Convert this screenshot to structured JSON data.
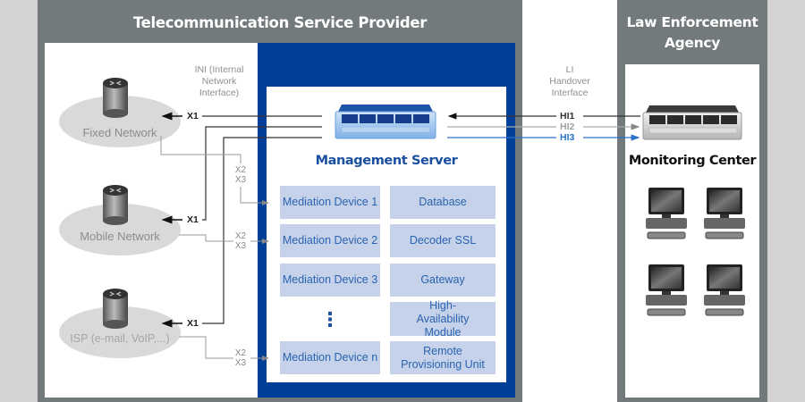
{
  "tsp": {
    "title": "Telecommunication Service Provider",
    "ini_label_lines": [
      "INI (Internal",
      "Network",
      "Interface)"
    ],
    "networks": [
      {
        "label": "Fixed Network",
        "icon": "router-icon"
      },
      {
        "label": "Mobile Network",
        "icon": "router-icon"
      },
      {
        "label": "ISP (e-mail, VoIP,...)",
        "icon": "router-icon"
      }
    ],
    "x1_label": "X1",
    "x2_label": "X2",
    "x3_label": "X3"
  },
  "management_server": {
    "title": "Management Server",
    "icon": "server-rack-icon",
    "mediation_devices": [
      "Mediation Device 1",
      "Mediation Device 2",
      "Mediation Device 3",
      "Mediation Device n"
    ],
    "ellipsis": "⋮",
    "modules": [
      "Database",
      "Decoder SSL",
      "Gateway",
      "High-Availability Module",
      "Remote Provisioning Unit"
    ]
  },
  "handover": {
    "label_lines": [
      "LI",
      "Handover",
      "Interface"
    ],
    "interfaces": [
      {
        "label": "HI1",
        "color": "#333333"
      },
      {
        "label": "HI2",
        "color": "#a0a0a0"
      },
      {
        "label": "HI3",
        "color": "#2a6fc9"
      }
    ]
  },
  "lea": {
    "title_lines": [
      "Law Enforcement",
      "Agency"
    ],
    "monitoring_center": {
      "title": "Monitoring Center",
      "icon": "server-rack-icon",
      "workstation_icon": "computer-workstation-icon",
      "workstation_count": 4
    }
  },
  "colors": {
    "panel_gray": "#737a7b",
    "brand_blue": "#003f98",
    "box_fill": "#c5d2ea",
    "box_text": "#2a63b0"
  }
}
